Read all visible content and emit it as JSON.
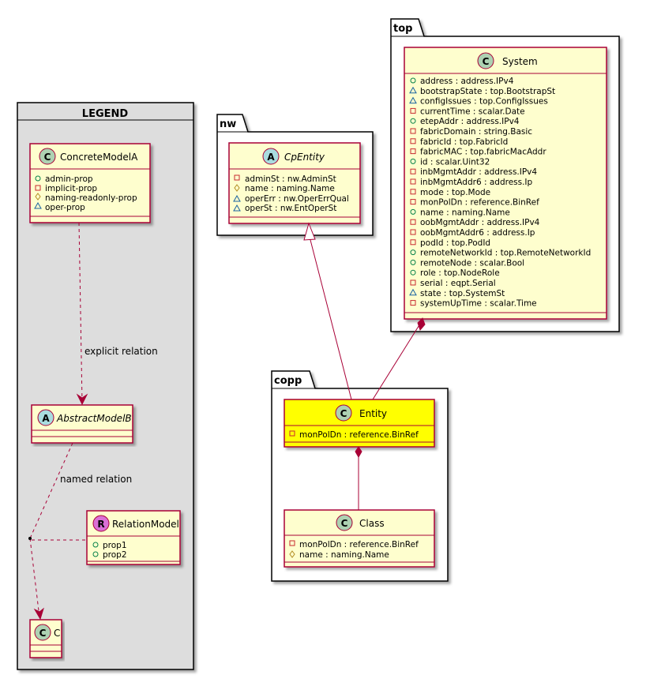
{
  "legend": {
    "title": "LEGEND",
    "concrete": {
      "name": "ConcreteModelA",
      "attrs": [
        "admin-prop",
        "implicit-prop",
        "naming-readonly-prop",
        "oper-prop"
      ]
    },
    "abstract": {
      "name": "AbstractModelB"
    },
    "relation_model": {
      "name": "RelationModel",
      "attrs": [
        "prop1",
        "prop2"
      ]
    },
    "c": {
      "name": "C"
    },
    "explicit_relation": "explicit relation",
    "named_relation": "named relation"
  },
  "packages": {
    "nw": "nw",
    "top": "top",
    "copp": "copp"
  },
  "cpentity": {
    "name": "CpEntity",
    "attrs": [
      "adminSt : nw.AdminSt",
      "name : naming.Name",
      "operErr : nw.OperErrQual",
      "operSt : nw.EntOperSt"
    ]
  },
  "system": {
    "name": "System",
    "attrs": [
      "address : address.IPv4",
      "bootstrapState : top.BootstrapSt",
      "configIssues : top.ConfigIssues",
      "currentTime : scalar.Date",
      "etepAddr : address.IPv4",
      "fabricDomain : string.Basic",
      "fabricId : top.FabricId",
      "fabricMAC : top.fabricMacAddr",
      "id : scalar.Uint32",
      "inbMgmtAddr : address.IPv4",
      "inbMgmtAddr6 : address.Ip",
      "mode : top.Mode",
      "monPolDn : reference.BinRef",
      "name : naming.Name",
      "oobMgmtAddr : address.IPv4",
      "oobMgmtAddr6 : address.Ip",
      "podId : top.PodId",
      "remoteNetworkId : top.RemoteNetworkId",
      "remoteNode : scalar.Bool",
      "role : top.NodeRole",
      "serial : eqpt.Serial",
      "state : top.SystemSt",
      "systemUpTime : scalar.Time"
    ]
  },
  "entity": {
    "name": "Entity",
    "attrs": [
      "monPolDn : reference.BinRef"
    ]
  },
  "klass": {
    "name": "Class",
    "attrs": [
      "monPolDn : reference.BinRef",
      "name : naming.Name"
    ]
  },
  "colors": {
    "class_fill": "#FEFECE",
    "border": "#A80036",
    "legend_bg": "#DDDDDD",
    "highlight": "#FFFF00",
    "circle_c": "#ADD1B2",
    "circle_a": "#A9DCDF",
    "circle_r": "#DA70D6"
  }
}
